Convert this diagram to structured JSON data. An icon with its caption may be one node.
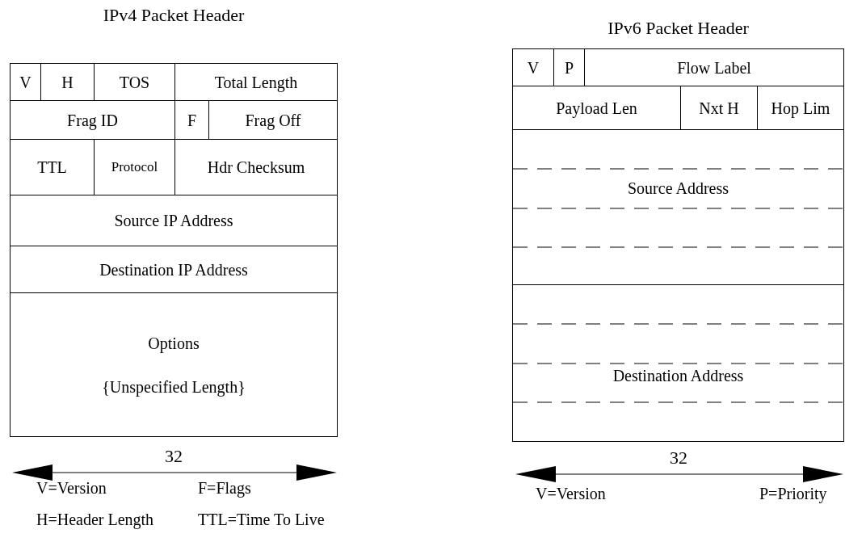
{
  "diagram": {
    "nodes": [
      {
        "text": [
          "IPv4 Packet Header"
        ]
      },
      {
        "text": [
          "V"
        ],
        "in": 0
      },
      {
        "text": [
          "H"
        ],
        "in": 0
      },
      {
        "text": [
          "TOS"
        ],
        "in": 0
      },
      {
        "text": [
          "Total Length"
        ],
        "in": 0
      },
      {
        "text": [
          "Frag ID"
        ],
        "in": 0
      },
      {
        "text": [
          "F"
        ],
        "in": 0
      },
      {
        "text": [
          "Frag Off"
        ],
        "in": 0
      },
      {
        "text": [
          "TTL"
        ],
        "in": 0
      },
      {
        "text": [
          "Protocol"
        ],
        "in": 0
      },
      {
        "text": [
          "Hdr Checksum"
        ],
        "in": 0
      },
      {
        "text": [
          "Source IP Address"
        ],
        "in": 0
      },
      {
        "text": [
          "Destination IP Address"
        ],
        "in": 0
      },
      {
        "text": [
          "Options",
          "{Unspecified Length}"
        ],
        "in": 0
      },
      {
        "text": [
          "IPv6 Packet Header"
        ]
      },
      {
        "text": [
          "V"
        ],
        "in": 14
      },
      {
        "text": [
          "P"
        ],
        "in": 14
      },
      {
        "text": [
          "Flow Label"
        ],
        "in": 14
      },
      {
        "text": [
          "Payload Len"
        ],
        "in": 14
      },
      {
        "text": [
          "Nxt H"
        ],
        "in": 14
      },
      {
        "text": [
          "Hop Lim"
        ],
        "in": 14
      },
      {
        "text": [
          "Source Address"
        ],
        "in": 14
      },
      {
        "text": [
          "Destination Address"
        ],
        "in": 14
      }
    ],
    "labels": [
      "32",
      "V=Version",
      "F=Flags",
      "H=Header Length",
      "TTL=Time To Live",
      "32",
      "V=Version",
      "P=Priority"
    ]
  }
}
